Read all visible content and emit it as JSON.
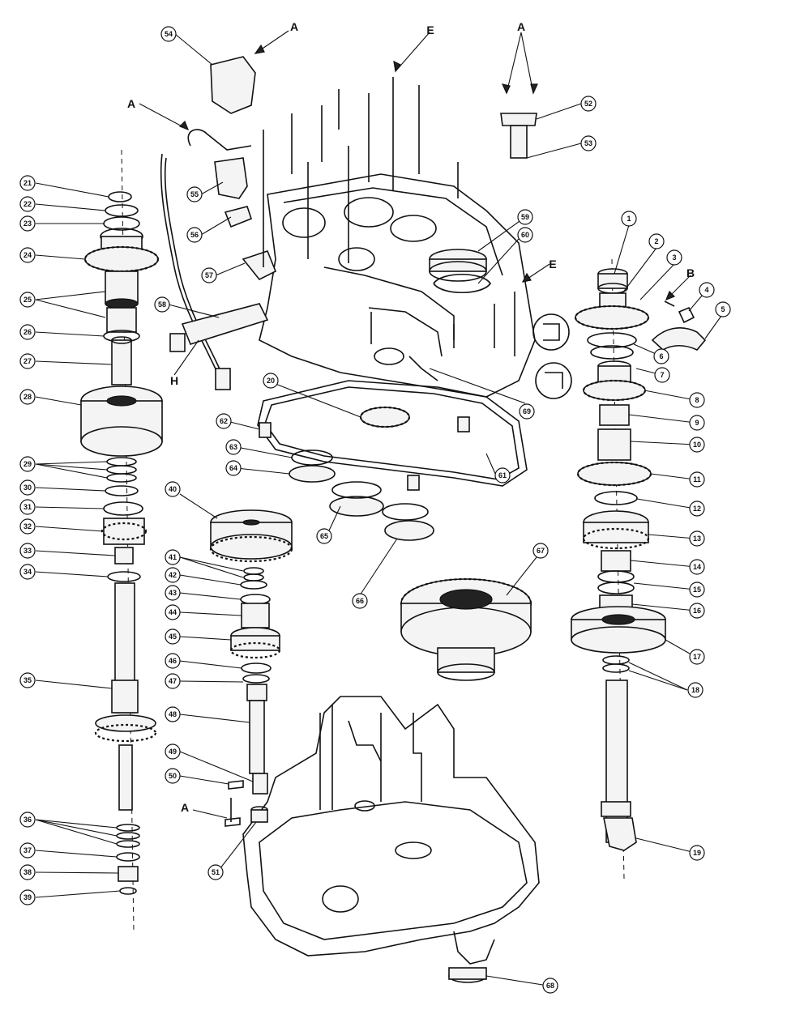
{
  "callouts": {
    "c1": "1",
    "c2": "2",
    "c3": "3",
    "c4": "4",
    "c5": "5",
    "c6": "6",
    "c7": "7",
    "c8": "8",
    "c9": "9",
    "c10": "10",
    "c11": "11",
    "c12": "12",
    "c13": "13",
    "c14": "14",
    "c15": "15",
    "c16": "16",
    "c17": "17",
    "c18": "18",
    "c19": "19",
    "c20": "20",
    "c21": "21",
    "c22": "22",
    "c23": "23",
    "c24": "24",
    "c25": "25",
    "c26": "26",
    "c27": "27",
    "c28": "28",
    "c29": "29",
    "c30": "30",
    "c31": "31",
    "c32": "32",
    "c33": "33",
    "c34": "34",
    "c35": "35",
    "c36": "36",
    "c37": "37",
    "c38": "38",
    "c39": "39",
    "c40": "40",
    "c41": "41",
    "c42": "42",
    "c43": "43",
    "c44": "44",
    "c45": "45",
    "c46": "46",
    "c47": "47",
    "c48": "48",
    "c49": "49",
    "c50": "50",
    "c51": "51",
    "c52": "52",
    "c53": "53",
    "c54": "54",
    "c55": "55",
    "c56": "56",
    "c57": "57",
    "c58": "58",
    "c59": "59",
    "c60": "60",
    "c61": "61",
    "c62": "62",
    "c63": "63",
    "c64": "64",
    "c65": "65",
    "c66": "66",
    "c67": "67",
    "c68": "68",
    "c69": "69"
  },
  "letters": {
    "a": "A",
    "b": "B",
    "e": "E",
    "h": "H"
  }
}
